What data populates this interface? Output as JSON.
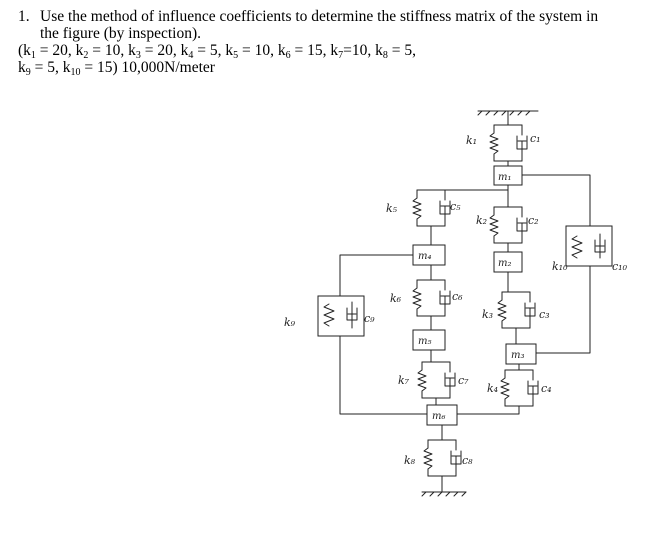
{
  "problem": {
    "number": "1.",
    "line1": "Use the method of influence coefficients to determine the stiffness matrix of the system in",
    "line2": "the figure (by inspection).",
    "k_values": [
      {
        "k": "k",
        "sub": "1",
        "val": " = 20, "
      },
      {
        "k": "k",
        "sub": "2",
        "val": " = 10, "
      },
      {
        "k": "k",
        "sub": "3",
        "val": " = 20, "
      },
      {
        "k": "k",
        "sub": "4",
        "val": " = 5, "
      },
      {
        "k": "k",
        "sub": "5",
        "val": " = 10, "
      },
      {
        "k": "k",
        "sub": "6",
        "val": " = 15, "
      },
      {
        "k": "k",
        "sub": "7",
        "val": "=10, "
      },
      {
        "k": "k",
        "sub": "8",
        "val": " = 5,"
      }
    ],
    "k_values_line2": [
      {
        "k": "k",
        "sub": "9",
        "val": " = 5, "
      },
      {
        "k": "k",
        "sub": "10",
        "val": " = 15) 10,000N/meter"
      }
    ],
    "open_paren": "("
  },
  "figure": {
    "labels": {
      "k1": "k₁",
      "c1": "c₁",
      "m1": "m₁",
      "k2": "k₂",
      "c2": "c₂",
      "m2": "m₂",
      "k3": "k₃",
      "c3": "c₃",
      "m3": "m₃",
      "k4": "k₄",
      "c4": "c₄",
      "k5": "k₅",
      "c5": "c₅",
      "m4": "m₄",
      "k6": "k₆",
      "c6": "c₆",
      "m5": "m₅",
      "k7": "k₇",
      "c7": "c₇",
      "m6": "m₆",
      "k8": "k₈",
      "c8": "c₈",
      "k9": "k₉",
      "c9": "c₉",
      "k10": "k₁₀",
      "c10": "c₁₀"
    }
  }
}
